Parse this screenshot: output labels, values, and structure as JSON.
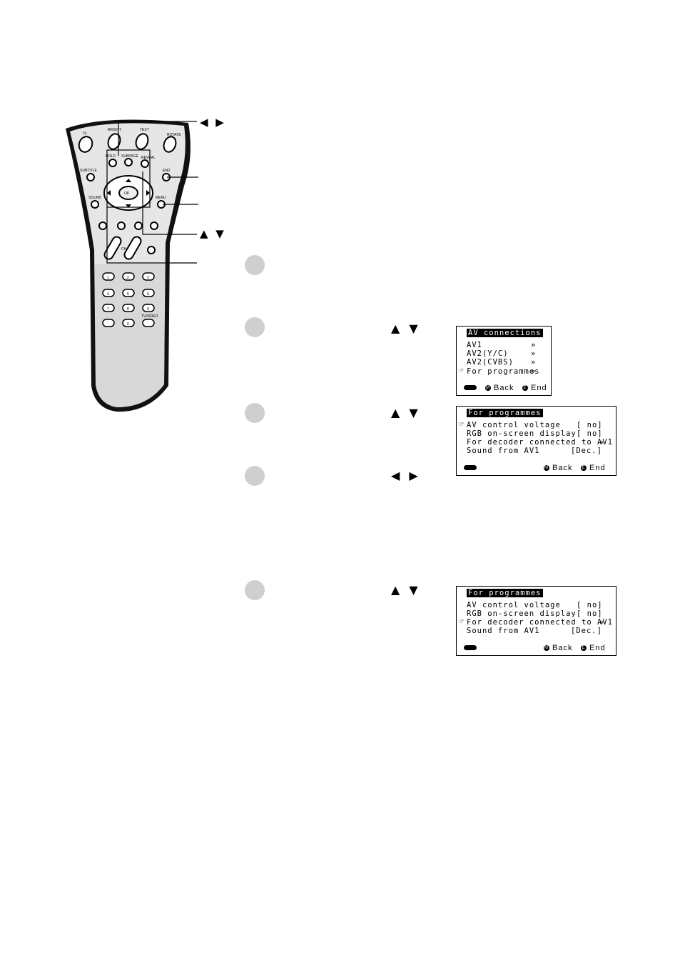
{
  "remote": {
    "labels": {
      "power": "⏻|",
      "bright": "BRIGHT",
      "text": "TEXT",
      "rotate": "ROTATE",
      "hold": "HOLD",
      "subpage": "SUBPAGE",
      "reveal": "REVEAL",
      "subtitle": "SUBTITLE",
      "end": "END",
      "sound": "SOUND",
      "menu": "MENU",
      "ok": "OK",
      "ch": "CH",
      "tvvideo": "TV/VIDEO",
      "digits": [
        "1",
        "2",
        "3",
        "4",
        "5",
        "6",
        "7",
        "8",
        "9",
        "0"
      ]
    }
  },
  "callouts": {
    "left_right": "◀ ▶",
    "up_down": "▲ ▼"
  },
  "steps": [
    {
      "arrows": ""
    },
    {
      "arrows": "▲ ▼"
    },
    {
      "arrows": "▲ ▼"
    },
    {
      "arrows": "◀ ▶"
    },
    {
      "arrows": "▲ ▼"
    }
  ],
  "screens": {
    "av_connections": {
      "title": "AV connections",
      "rows": [
        {
          "label": "AV1",
          "value": "»",
          "selected": false
        },
        {
          "label": "AV2(Y/C)",
          "value": "»",
          "selected": false
        },
        {
          "label": "AV2(CVBS)",
          "value": "»",
          "selected": false
        },
        {
          "label": "For programmes",
          "value": "»",
          "selected": true
        }
      ],
      "back": "Back",
      "end": "End"
    },
    "for_programmes_1": {
      "title": "For programmes",
      "rows": [
        {
          "label": "AV control voltage",
          "value": "[ no]",
          "selected": true
        },
        {
          "label": "RGB on-screen display",
          "value": "[ no]",
          "selected": false
        },
        {
          "label": "For decoder connected to AV1",
          "value": "»",
          "selected": false
        },
        {
          "label": "Sound from AV1",
          "value": "[Dec.]",
          "selected": false
        }
      ],
      "back": "Back",
      "end": "End"
    },
    "for_programmes_2": {
      "title": "For programmes",
      "rows": [
        {
          "label": "AV control voltage",
          "value": "[ no]",
          "selected": false
        },
        {
          "label": "RGB on-screen display",
          "value": "[ no]",
          "selected": false
        },
        {
          "label": "For decoder connected to AV1",
          "value": "»",
          "selected": true
        },
        {
          "label": "Sound from AV1",
          "value": "[Dec.]",
          "selected": false
        }
      ],
      "back": "Back",
      "end": "End"
    }
  },
  "footer_icons": {
    "back": "M",
    "end": "E"
  }
}
